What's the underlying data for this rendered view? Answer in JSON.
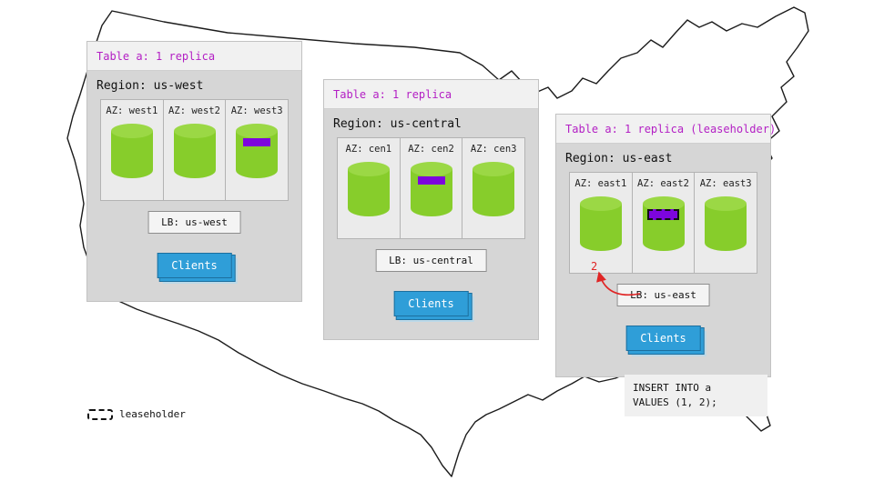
{
  "colors": {
    "accent_magenta": "#b31fc4",
    "cylinder_green": "#87cd2b",
    "replica_purple": "#7d05dd",
    "clients_blue": "#2f9ed8",
    "arrow_red": "#e02525",
    "panel_gray": "#d6d6d6"
  },
  "regions": [
    {
      "header": "Table a: 1 replica",
      "region": "Region: us-west",
      "azs": [
        {
          "label": "AZ: west1",
          "replica": false,
          "leaseholder": false
        },
        {
          "label": "AZ: west2",
          "replica": false,
          "leaseholder": false
        },
        {
          "label": "AZ: west3",
          "replica": true,
          "leaseholder": false
        }
      ],
      "lb": "LB: us-west",
      "clients": "Clients"
    },
    {
      "header": "Table a: 1 replica",
      "region": "Region: us-central",
      "azs": [
        {
          "label": "AZ: cen1",
          "replica": false,
          "leaseholder": false
        },
        {
          "label": "AZ: cen2",
          "replica": true,
          "leaseholder": false
        },
        {
          "label": "AZ: cen3",
          "replica": false,
          "leaseholder": false
        }
      ],
      "lb": "LB: us-central",
      "clients": "Clients"
    },
    {
      "header": "Table a: 1 replica (leaseholder)",
      "region": "Region: us-east",
      "azs": [
        {
          "label": "AZ: east1",
          "replica": false,
          "leaseholder": false
        },
        {
          "label": "AZ: east2",
          "replica": true,
          "leaseholder": true
        },
        {
          "label": "AZ: east3",
          "replica": false,
          "leaseholder": false
        }
      ],
      "lb": "LB: us-east",
      "clients": "Clients"
    }
  ],
  "annotation": {
    "value": "2"
  },
  "sql": {
    "line1": "INSERT INTO a",
    "line2": "VALUES (1, 2);"
  },
  "legend": {
    "label": "leaseholder"
  }
}
